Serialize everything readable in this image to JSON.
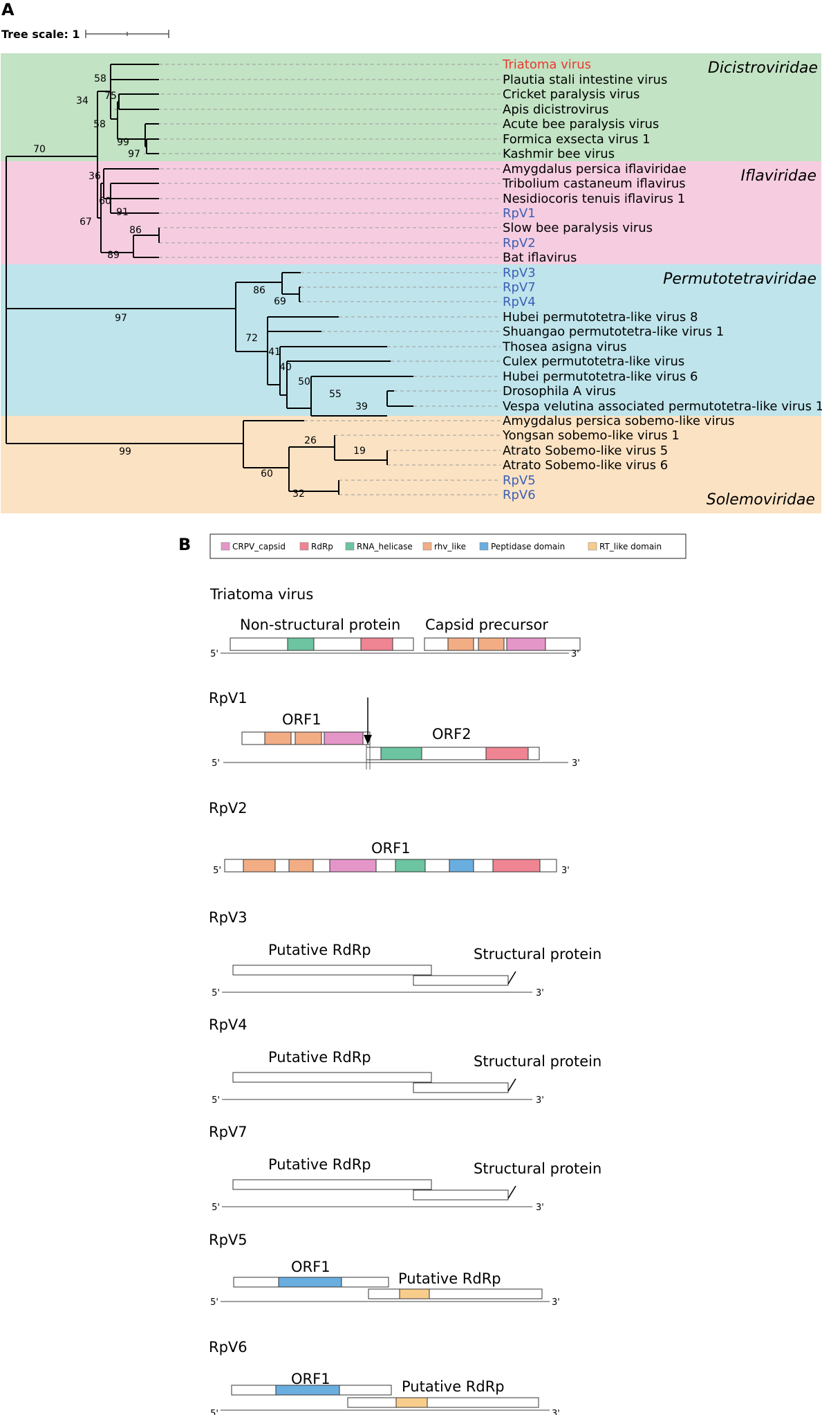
{
  "panel_a": {
    "label": "A",
    "tree_scale_label": "Tree scale: 1",
    "families": [
      {
        "name": "Dicistroviridae",
        "color": "#c2e3c4"
      },
      {
        "name": "Iflaviridae",
        "color": "#f6cde0"
      },
      {
        "name": "Permutotetraviridae",
        "color": "#bfe4eb"
      },
      {
        "name": "Solemoviridae",
        "color": "#fbe2c3"
      }
    ],
    "leaves": [
      {
        "name": "Triatoma virus",
        "color": "#e8392c"
      },
      {
        "name": "Plautia stali intestine virus",
        "color": "#000000"
      },
      {
        "name": "Cricket paralysis virus",
        "color": "#000000"
      },
      {
        "name": "Apis dicistrovirus",
        "color": "#000000"
      },
      {
        "name": "Acute bee paralysis virus",
        "color": "#000000"
      },
      {
        "name": "Formica exsecta virus 1",
        "color": "#000000"
      },
      {
        "name": "Kashmir bee virus",
        "color": "#000000"
      },
      {
        "name": "Amygdalus persica iflaviridae",
        "color": "#000000"
      },
      {
        "name": "Tribolium castaneum iflavirus",
        "color": "#000000"
      },
      {
        "name": "Nesidiocoris tenuis iflavirus 1",
        "color": "#000000"
      },
      {
        "name": "RpV1",
        "color": "#3a5fb5"
      },
      {
        "name": "Slow bee paralysis virus",
        "color": "#000000"
      },
      {
        "name": "RpV2",
        "color": "#3a5fb5"
      },
      {
        "name": "Bat iflavirus",
        "color": "#000000"
      },
      {
        "name": "RpV3",
        "color": "#3a5fb5"
      },
      {
        "name": "RpV7",
        "color": "#3a5fb5"
      },
      {
        "name": "RpV4",
        "color": "#3a5fb5"
      },
      {
        "name": "Hubei permutotetra-like virus 8",
        "color": "#000000"
      },
      {
        "name": "Shuangao permutotetra-like virus 1",
        "color": "#000000"
      },
      {
        "name": "Thosea asigna virus",
        "color": "#000000"
      },
      {
        "name": "Culex permutotetra-like virus",
        "color": "#000000"
      },
      {
        "name": "Hubei permutotetra-like virus 6",
        "color": "#000000"
      },
      {
        "name": "Drosophila A virus",
        "color": "#000000"
      },
      {
        "name": "Vespa velutina associated permutotetra-like virus 1",
        "color": "#000000"
      },
      {
        "name": "Amygdalus persica sobemo-like virus",
        "color": "#000000"
      },
      {
        "name": "Yongsan sobemo-like virus 1",
        "color": "#000000"
      },
      {
        "name": "Atrato Sobemo-like virus 5",
        "color": "#000000"
      },
      {
        "name": "Atrato Sobemo-like virus 6",
        "color": "#000000"
      },
      {
        "name": "RpV5",
        "color": "#3a5fb5"
      },
      {
        "name": "RpV6",
        "color": "#3a5fb5"
      }
    ],
    "bootstrap": [
      "70",
      "58",
      "34",
      "75",
      "58",
      "99",
      "97",
      "36",
      "60",
      "91",
      "67",
      "86",
      "89",
      "97",
      "86",
      "69",
      "72",
      "41",
      "40",
      "50",
      "55",
      "39",
      "99",
      "26",
      "19",
      "60",
      "32"
    ]
  },
  "panel_b": {
    "label": "B",
    "legend": [
      {
        "name": "CRPV_capsid",
        "color": "#e596c8"
      },
      {
        "name": "RdRp",
        "color": "#ef8492"
      },
      {
        "name": "RNA_helicase",
        "color": "#6cc4a0"
      },
      {
        "name": "rhv_like",
        "color": "#f2ad85"
      },
      {
        "name": "Peptidase domain",
        "color": "#6aaee0"
      },
      {
        "name": "RT_like domain",
        "color": "#f8cd8c"
      }
    ],
    "five_prime": "5'",
    "three_prime": "3'",
    "genomes": [
      {
        "title": "Triatoma virus",
        "labels": [
          "Non-structural protein",
          "Capsid precursor"
        ]
      },
      {
        "title": "RpV1",
        "labels": [
          "ORF1",
          "ORF2"
        ]
      },
      {
        "title": "RpV2",
        "labels": [
          "ORF1"
        ]
      },
      {
        "title": "RpV3",
        "labels": [
          "Putative RdRp",
          "Structural protein"
        ]
      },
      {
        "title": "RpV4",
        "labels": [
          "Putative RdRp",
          "Structural protein"
        ]
      },
      {
        "title": "RpV7",
        "labels": [
          "Putative RdRp",
          "Structural protein"
        ]
      },
      {
        "title": "RpV5",
        "labels": [
          "ORF1",
          "Putative RdRp"
        ]
      },
      {
        "title": "RpV6",
        "labels": [
          "ORF1",
          "Putative RdRp"
        ]
      }
    ]
  }
}
